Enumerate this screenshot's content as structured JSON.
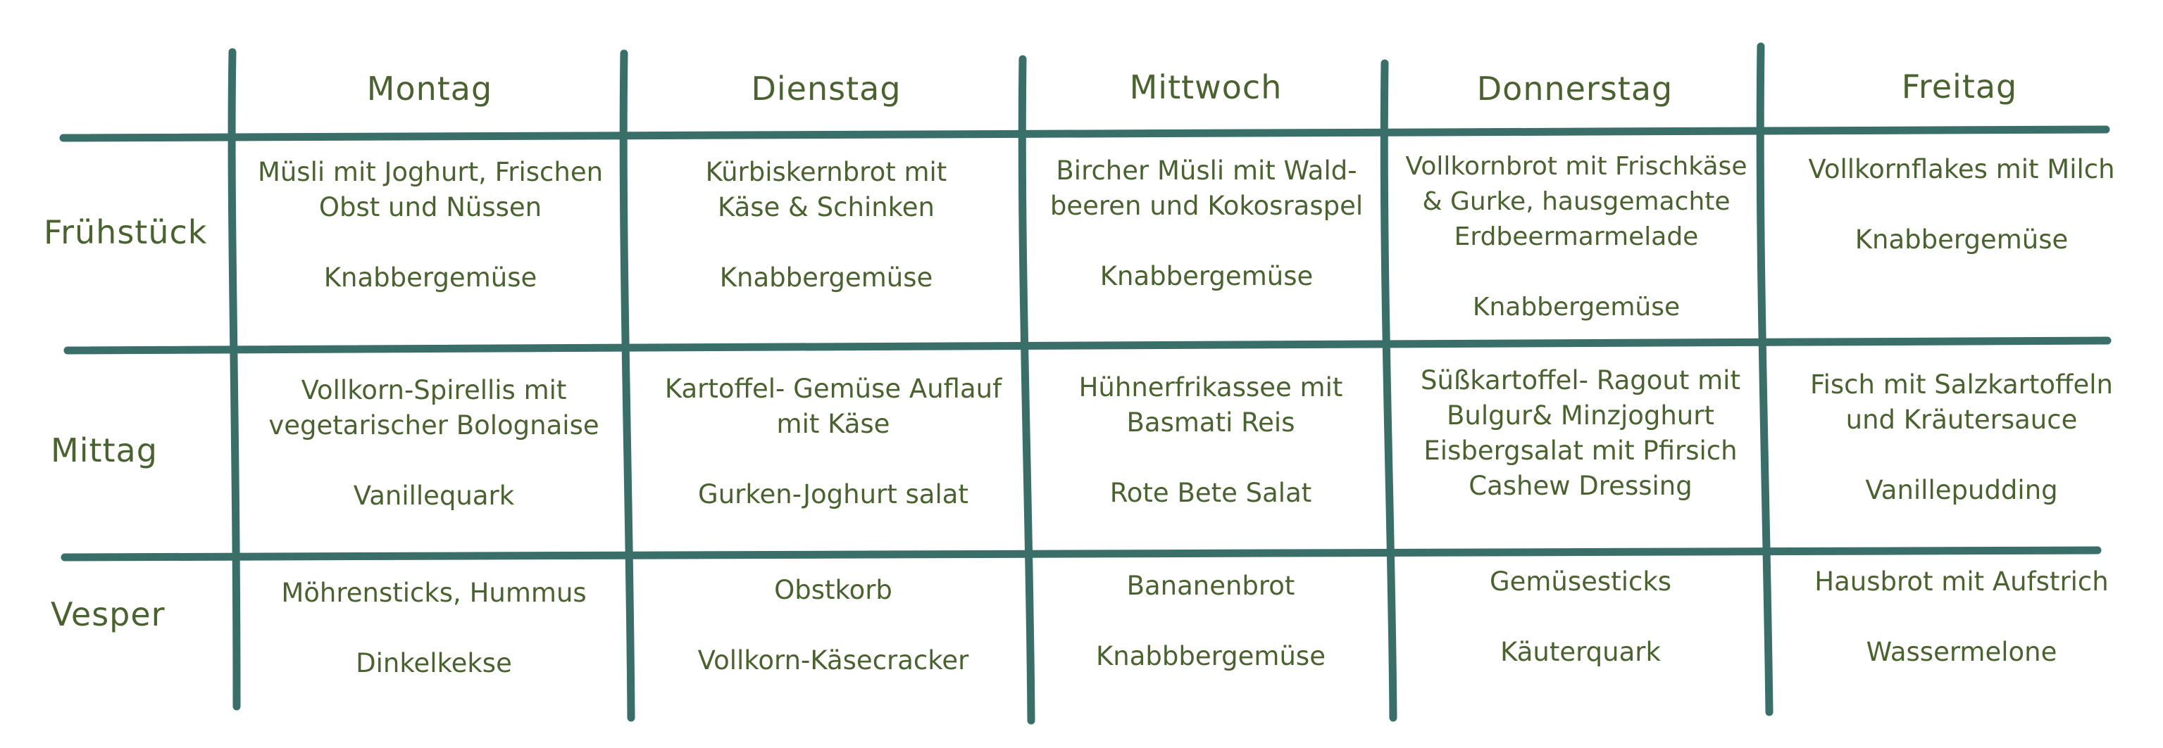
{
  "colors": {
    "text": "#4a6230",
    "grid_line": "#3a6e68",
    "background": "#ffffff"
  },
  "days": [
    "Montag",
    "Dienstag",
    "Mittwoch",
    "Donnerstag",
    "Freitag"
  ],
  "meals": [
    "Frühstück",
    "Mittag",
    "Vesper"
  ],
  "menu": [
    [
      [
        "Müsli mit Joghurt, Frischen\nObst und Nüssen",
        "Knabbergemüse"
      ],
      [
        "Kürbiskernbrot mit\nKäse & Schinken",
        "Knabbergemüse"
      ],
      [
        "Bircher Müsli mit Wald-\nbeeren und Kokosraspel",
        "Knabbergemüse"
      ],
      [
        "Vollkornbrot mit Frischkäse\n& Gurke, hausgemachte\nErdbeermarmelade",
        "Knabbergemüse"
      ],
      [
        "Vollkornflakes mit Milch",
        "Knabbergemüse"
      ]
    ],
    [
      [
        "Vollkorn-Spirellis mit\nvegetarischer Bolognaise",
        "Vanillequark"
      ],
      [
        "Kartoffel- Gemüse Auflauf\nmit Käse",
        "Gurken-Joghurt salat"
      ],
      [
        "Hühnerfrikassee mit\nBasmati Reis",
        "Rote Bete Salat"
      ],
      [
        "Süßkartoffel- Ragout mit\nBulgur& Minzjoghurt\nEisbergsalat mit Pfirsich\nCashew Dressing"
      ],
      [
        "Fisch mit Salzkartoffeln\nund Kräutersauce",
        "Vanillepudding"
      ]
    ],
    [
      [
        "Möhrensticks, Hummus",
        "Dinkelkekse"
      ],
      [
        "Obstkorb",
        "Vollkorn-Käsecracker"
      ],
      [
        "Bananenbrot",
        "Knabbbergemüse"
      ],
      [
        "Gemüsesticks",
        "Käuterquark"
      ],
      [
        "Hausbrot mit Aufstrich",
        "Wassermelone"
      ]
    ]
  ]
}
